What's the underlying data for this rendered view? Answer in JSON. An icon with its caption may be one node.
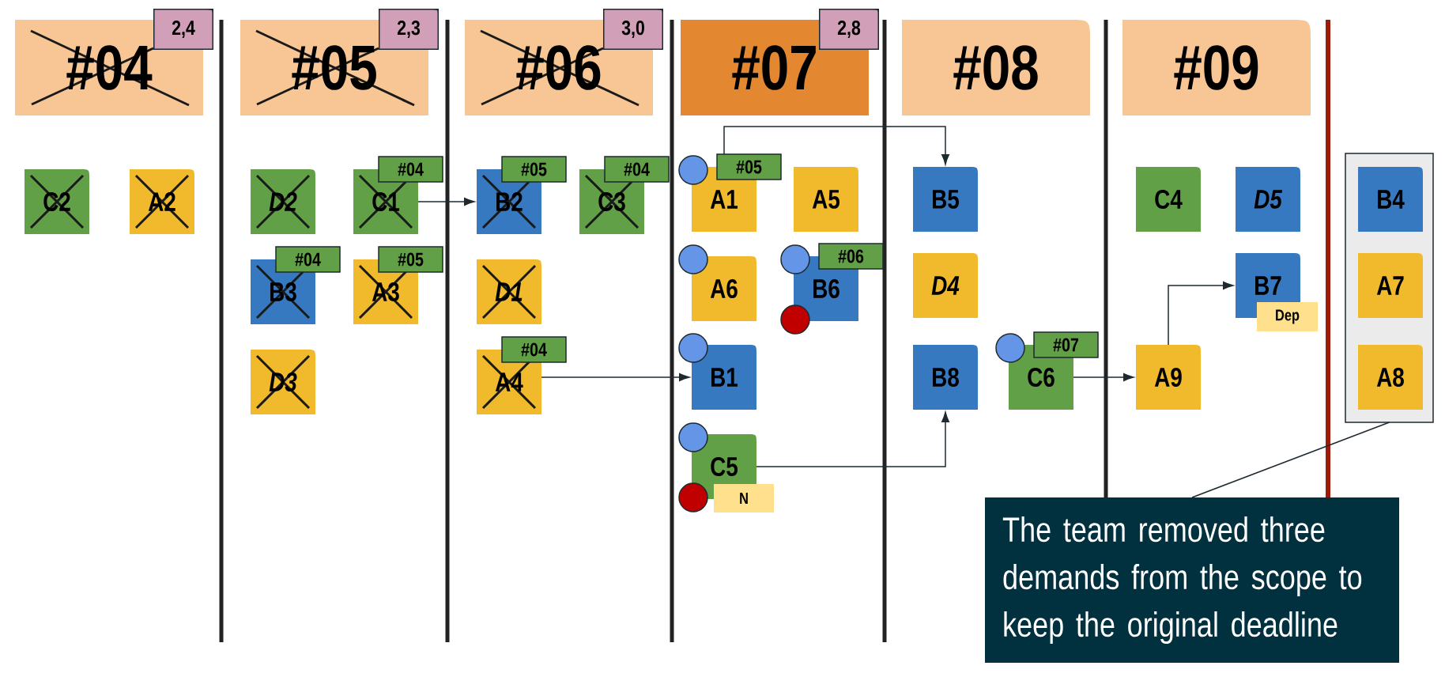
{
  "diagram": {
    "nodes": [
      {
        "text": [
          "#04"
        ]
      },
      {
        "text": [
          "2,4"
        ]
      },
      {
        "text": [
          "#05"
        ]
      },
      {
        "text": [
          "2,3"
        ]
      },
      {
        "text": [
          "#06"
        ]
      },
      {
        "text": [
          "3,0"
        ]
      },
      {
        "text": [
          "#07"
        ]
      },
      {
        "text": [
          "2,8"
        ]
      },
      {
        "text": [
          "#08"
        ]
      },
      {
        "text": [
          "#09"
        ]
      },
      {
        "text": [
          "C2"
        ]
      },
      {
        "text": [
          "A2"
        ]
      },
      {
        "text": [
          "D2"
        ]
      },
      {
        "text": [
          "C1"
        ]
      },
      {
        "text": [
          "#04"
        ]
      },
      {
        "text": [
          "B3"
        ]
      },
      {
        "text": [
          "#04"
        ]
      },
      {
        "text": [
          "A3"
        ]
      },
      {
        "text": [
          "#05"
        ]
      },
      {
        "text": [
          "D3"
        ]
      },
      {
        "text": [
          "B2"
        ]
      },
      {
        "text": [
          "#05"
        ]
      },
      {
        "text": [
          "C3"
        ]
      },
      {
        "text": [
          "#04"
        ]
      },
      {
        "text": [
          "D1"
        ]
      },
      {
        "text": [
          "A4"
        ]
      },
      {
        "text": [
          "#04"
        ]
      },
      {
        "text": [],
        "shape": "circle"
      },
      {
        "text": [
          "A1"
        ]
      },
      {
        "text": [
          "#05"
        ]
      },
      {
        "text": [
          "A5"
        ]
      },
      {
        "text": [],
        "shape": "circle"
      },
      {
        "text": [
          "A6"
        ]
      },
      {
        "text": [],
        "shape": "circle"
      },
      {
        "text": [
          "B6"
        ]
      },
      {
        "text": [
          "#06"
        ]
      },
      {
        "text": [],
        "shape": "circle"
      },
      {
        "text": [],
        "shape": "circle"
      },
      {
        "text": [
          "B1"
        ]
      },
      {
        "text": [],
        "shape": "circle"
      },
      {
        "text": [
          "C5"
        ]
      },
      {
        "text": [],
        "shape": "circle"
      },
      {
        "text": [
          "N"
        ]
      },
      {
        "text": [
          "B5"
        ]
      },
      {
        "text": [
          "D4"
        ]
      },
      {
        "text": [
          "B8"
        ]
      },
      {
        "text": [],
        "shape": "circle"
      },
      {
        "text": [
          "C6"
        ]
      },
      {
        "text": [
          "#07"
        ]
      },
      {
        "text": [
          "C4"
        ]
      },
      {
        "text": [
          "D5"
        ]
      },
      {
        "text": [
          "B7"
        ]
      },
      {
        "text": [
          "Dep"
        ]
      },
      {
        "text": [
          "A9"
        ]
      },
      {
        "text": [],
        "shape": "box"
      },
      {
        "text": [
          "B4"
        ],
        "in": 54
      },
      {
        "text": [
          "A7"
        ],
        "in": 54
      },
      {
        "text": [
          "A8"
        ],
        "in": 54
      },
      {
        "text": [
          "The team removed three demands from the scope to keep the original deadline"
        ]
      }
    ],
    "edges": [
      {
        "from": 13,
        "to": 20,
        "arrow": "to"
      },
      {
        "from": 25,
        "to": 38,
        "arrow": "to"
      },
      {
        "from": 28,
        "to": 43,
        "arrow": "to"
      },
      {
        "from": 40,
        "to": 45,
        "arrow": "to"
      },
      {
        "from": 47,
        "to": 53,
        "arrow": "to"
      },
      {
        "from": 53,
        "to": 51,
        "arrow": "to"
      },
      {
        "from": 58,
        "to": 54,
        "arrow": "none"
      }
    ]
  }
}
